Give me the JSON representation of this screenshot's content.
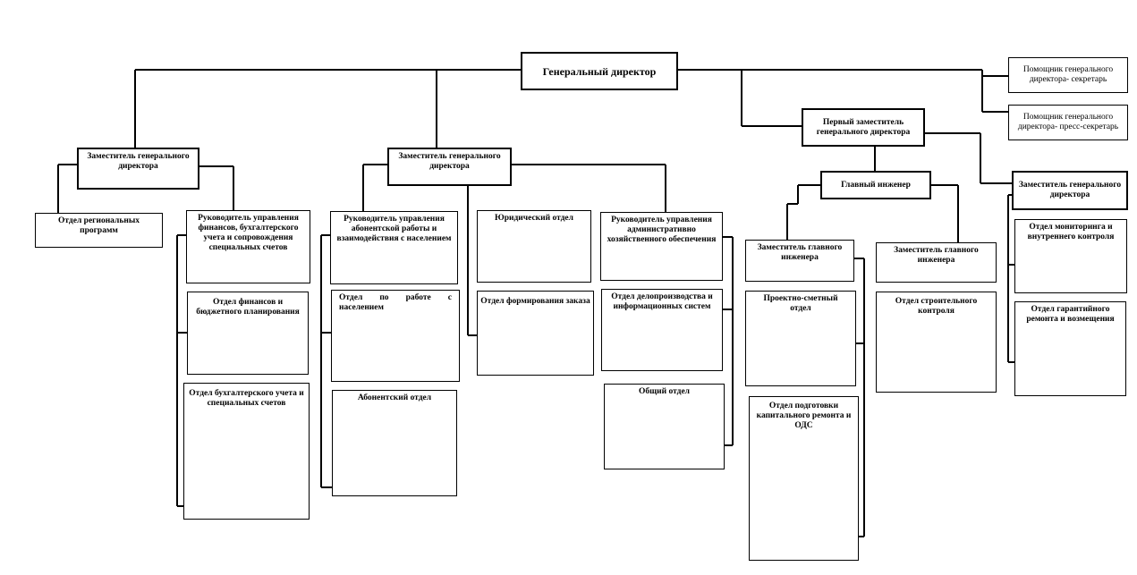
{
  "diagram": {
    "general_director": "Генеральный директор",
    "assistant_secretary": "Помощник генерального директора- секретарь",
    "assistant_press": "Помощник генерального директора- пресс-секретарь",
    "first_deputy": "Первый заместитель генерального директора",
    "deputy_left": "Заместитель генерального директора",
    "deputy_center": "Заместитель генерального директора",
    "deputy_right": "Заместитель генерального директора",
    "chief_engineer": "Главный инженер",
    "deputy_chief_engineer_1": "Заместитель главного инженера",
    "deputy_chief_engineer_2": "Заместитель главного инженера",
    "dept_regional": "Отдел региональных программ",
    "head_finance": "Руководитель управления финансов, бухгалтерского учета и сопровождения специальных счетов",
    "dept_finance_budget": "Отдел финансов и бюджетного планирования",
    "dept_accounting": "Отдел бухгалтерского учета и специальных счетов",
    "head_subscriber": "Руководитель управления абонентской работы и взаимодействия с населением",
    "dept_population": "Отдел по работе с населением",
    "dept_subscriber": "Абонентский отдел",
    "dept_legal": "Юридический отдел",
    "dept_order": "Отдел формирования заказа",
    "head_admin": "Руководитель управления административно хозяйственного обеспечения",
    "dept_records": "Отдел делопроизводства и информационных систем",
    "dept_general": "Общий отдел",
    "dept_design_estimate": "Проектно-сметный отдел",
    "dept_capital_repair": "Отдел подготовки капитального ремонта и ОДС",
    "dept_construction_control": "Отдел строительного контроля",
    "dept_monitoring": "Отдел мониторинга и внутреннего контроля",
    "dept_warranty": "Отдел гарантийного ремонта и возмещения"
  }
}
